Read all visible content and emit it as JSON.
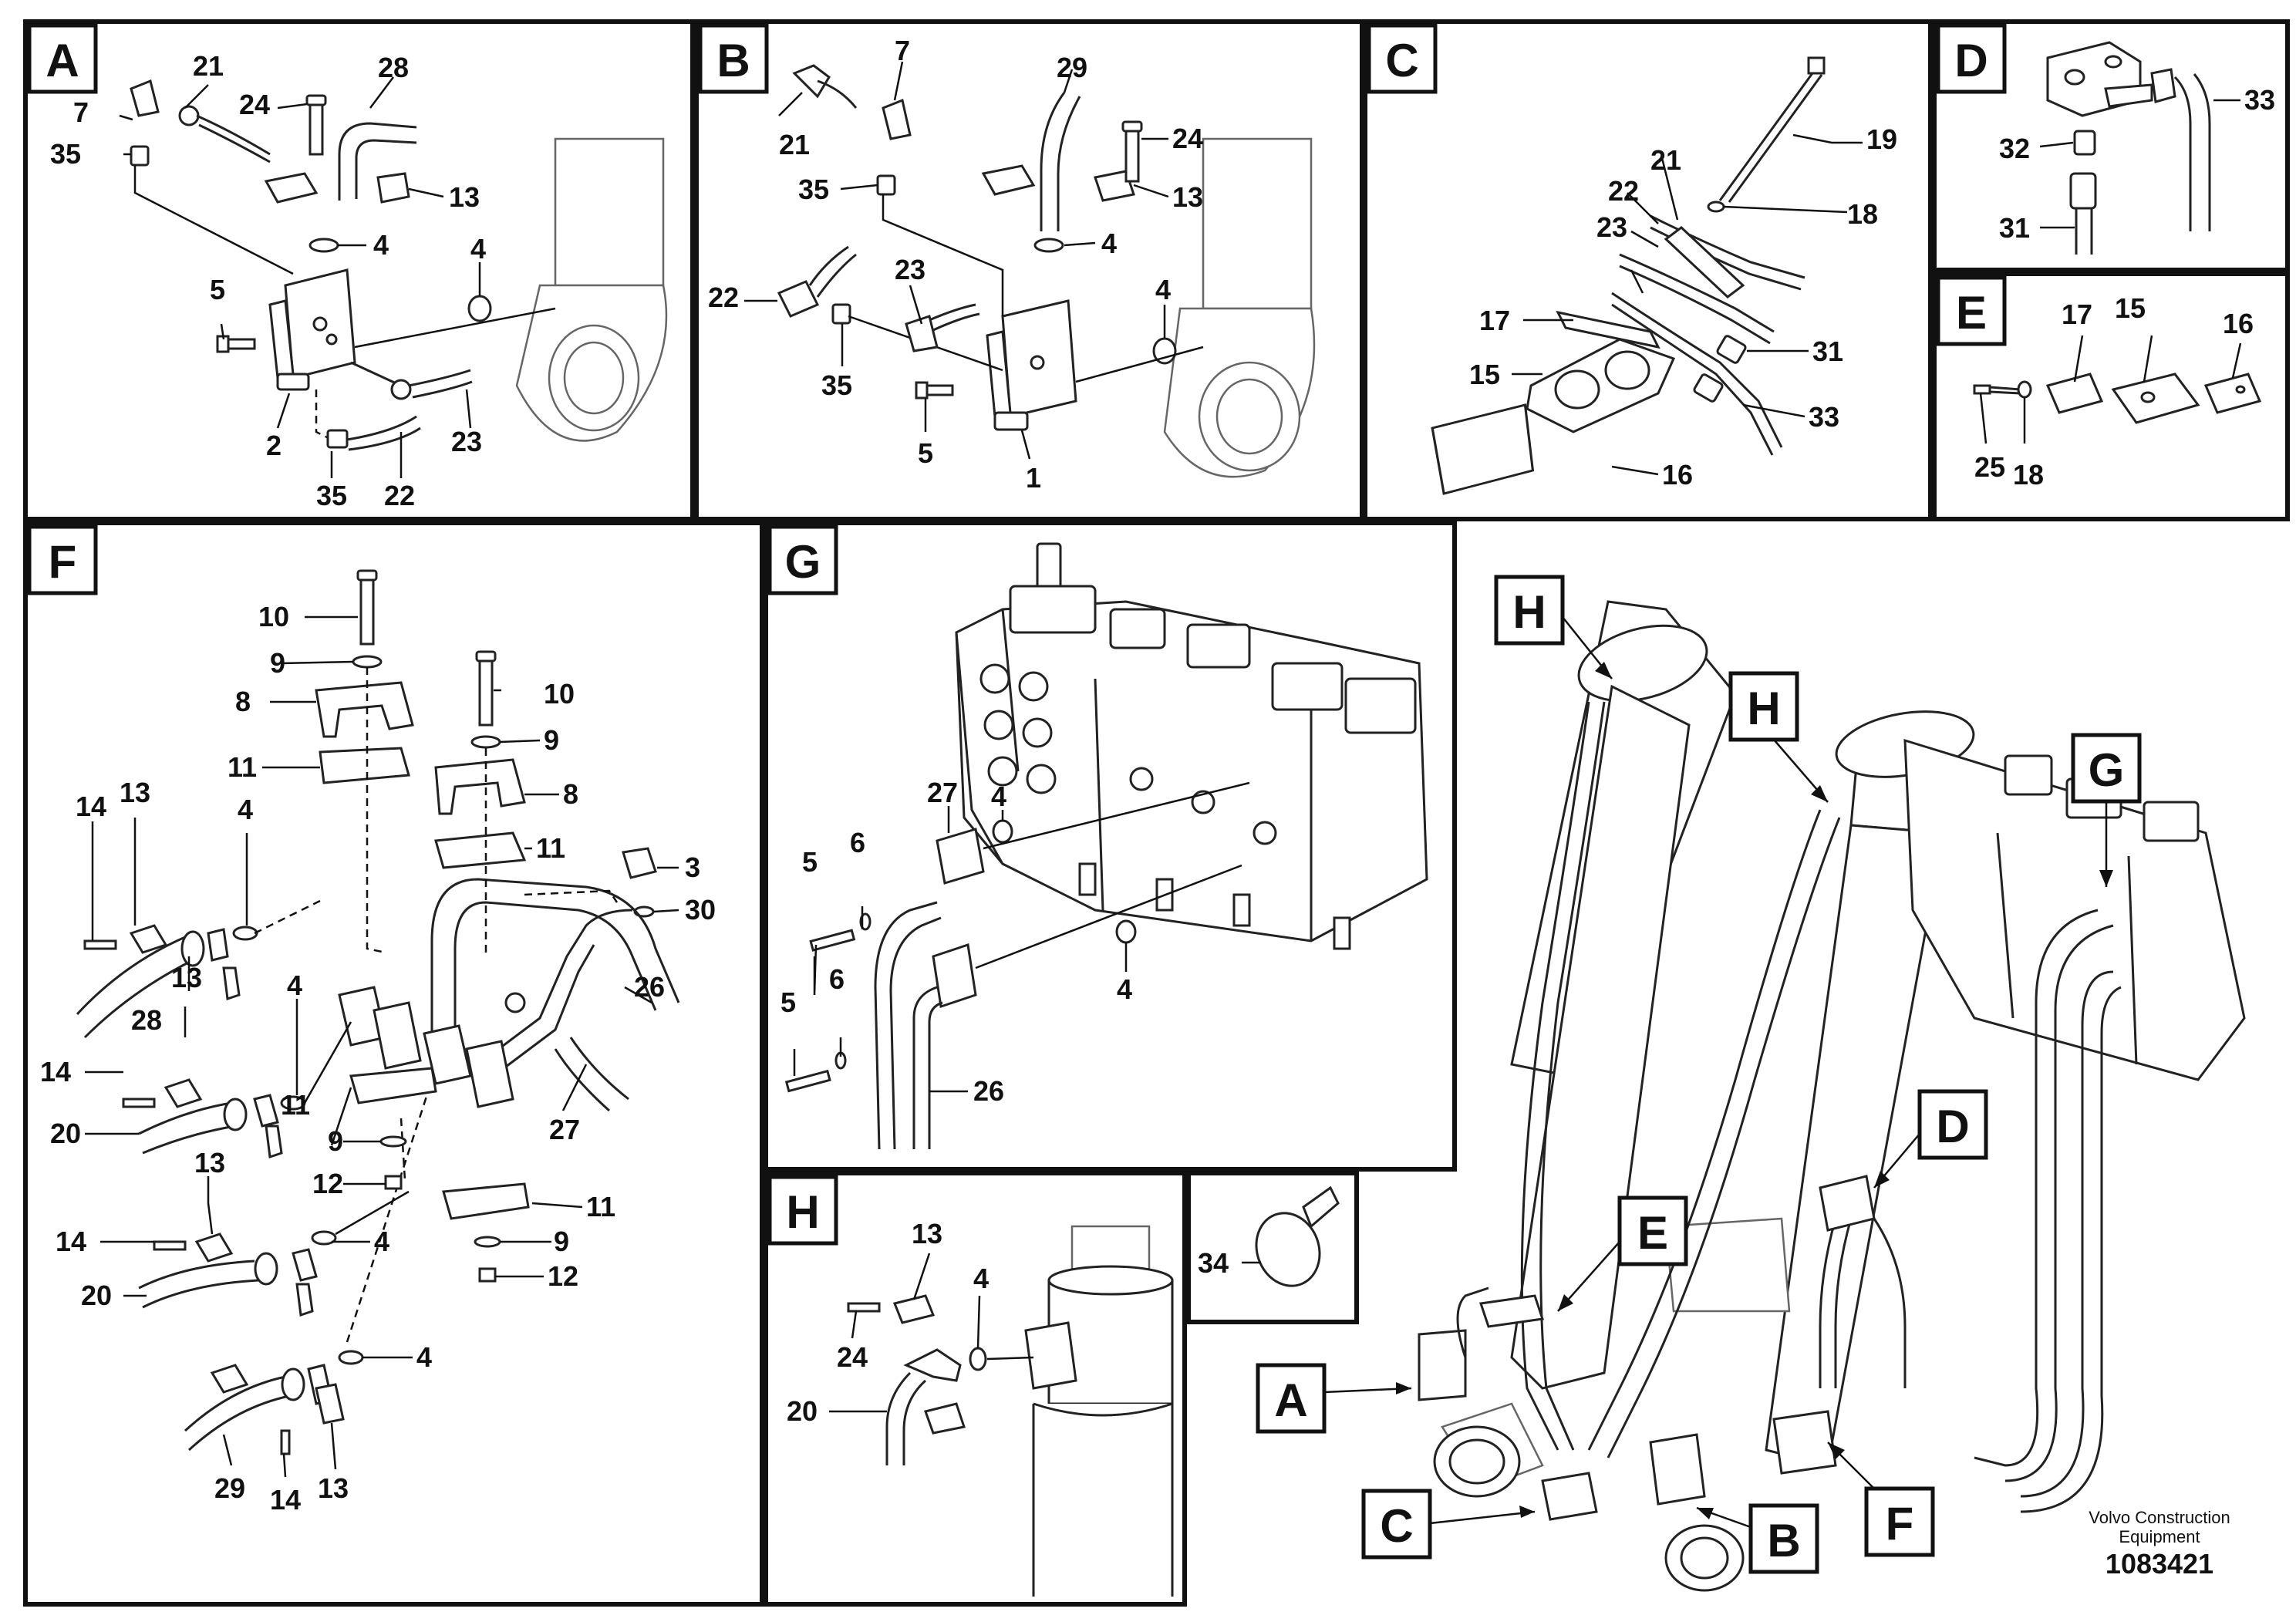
{
  "panels": {
    "A": {
      "letter": "A",
      "labels": [
        "7",
        "21",
        "28",
        "24",
        "35",
        "13",
        "4",
        "4",
        "5",
        "2",
        "35",
        "22",
        "23"
      ]
    },
    "B": {
      "letter": "B",
      "labels": [
        "7",
        "29",
        "21",
        "24",
        "35",
        "13",
        "4",
        "4",
        "22",
        "23",
        "35",
        "5",
        "1"
      ]
    },
    "C": {
      "letter": "C",
      "labels": [
        "19",
        "21",
        "18",
        "22",
        "23",
        "17",
        "31",
        "15",
        "33",
        "16"
      ]
    },
    "D": {
      "letter": "D",
      "labels": [
        "33",
        "32",
        "31"
      ]
    },
    "E": {
      "letter": "E",
      "labels": [
        "17",
        "15",
        "16",
        "25",
        "18"
      ]
    },
    "F": {
      "letter": "F",
      "labels": [
        "10",
        "9",
        "8",
        "10",
        "9",
        "8",
        "11",
        "11",
        "14",
        "13",
        "4",
        "3",
        "30",
        "26",
        "28",
        "13",
        "4",
        "14",
        "11",
        "27",
        "20",
        "9",
        "12",
        "13",
        "11",
        "14",
        "4",
        "9",
        "20",
        "12",
        "4",
        "29",
        "14",
        "13"
      ]
    },
    "G": {
      "letter": "G",
      "labels": [
        "27",
        "4",
        "5",
        "6",
        "5",
        "6",
        "4",
        "26"
      ]
    },
    "H": {
      "letter": "H",
      "labels": [
        "13",
        "4",
        "24",
        "20"
      ]
    },
    "clip": {
      "labels": [
        "34"
      ]
    }
  },
  "overview": {
    "badges": [
      "H",
      "H",
      "G",
      "D",
      "E",
      "A",
      "C",
      "B",
      "F"
    ]
  },
  "footer": {
    "company_line1": "Volvo Construction",
    "company_line2": "Equipment",
    "drawing_number": "1083421"
  }
}
